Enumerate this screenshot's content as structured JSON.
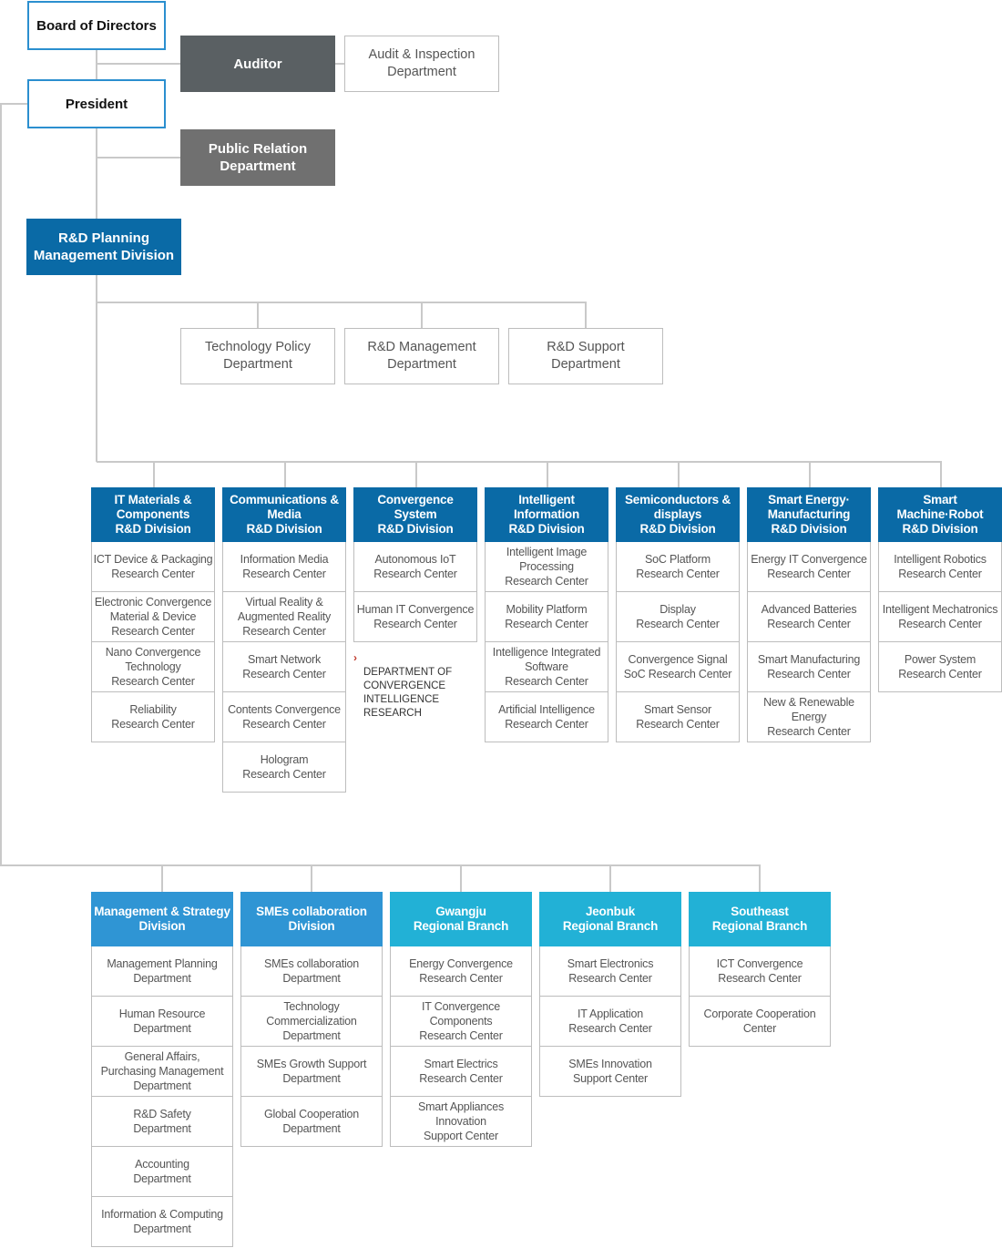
{
  "top": {
    "board": "Board of Directors",
    "auditor": "Auditor",
    "audit_dept": "Audit & Inspection\nDepartment",
    "president": "President",
    "public_relation": "Public Relation\nDepartment",
    "rd_planning": "R&D Planning\nManagement Division"
  },
  "planning_depts": [
    "Technology Policy\nDepartment",
    "R&D Management\nDepartment",
    "R&D Support\nDepartment"
  ],
  "rd_divisions": [
    {
      "title": "IT Materials &\nComponents\nR&D Division",
      "centers": [
        "ICT Device & Packaging\nResearch Center",
        "Electronic Convergence\nMaterial & Device\nResearch Center",
        "Nano Convergence\nTechnology\nResearch Center",
        "Reliability\nResearch Center"
      ]
    },
    {
      "title": "Communications &\nMedia\nR&D Division",
      "centers": [
        "Information Media\nResearch Center",
        "Virtual Reality &\nAugmented Reality\nResearch Center",
        "Smart Network\nResearch Center",
        "Contents Convergence\nResearch Center",
        "Hologram\nResearch Center"
      ]
    },
    {
      "title": "Convergence\nSystem\nR&D Division",
      "centers": [
        "Autonomous IoT\nResearch Center",
        "Human IT Convergence\nResearch Center"
      ]
    },
    {
      "title": "Intelligent\nInformation\nR&D Division",
      "centers": [
        "Intelligent Image\nProcessing\nResearch Center",
        "Mobility Platform\nResearch Center",
        "Intelligence Integrated\nSoftware\nResearch Center",
        "Artificial Intelligence\nResearch Center"
      ]
    },
    {
      "title": "Semiconductors &\ndisplays\nR&D Division",
      "centers": [
        "SoC Platform\nResearch Center",
        "Display\nResearch Center",
        "Convergence Signal\nSoC Research Center",
        "Smart Sensor\nResearch Center"
      ]
    },
    {
      "title": "Smart Energy·\nManufacturing\nR&D Division",
      "centers": [
        "Energy IT Convergence\nResearch Center",
        "Advanced Batteries\nResearch Center",
        "Smart Manufacturing\nResearch Center",
        "New & Renewable\nEnergy\nResearch Center"
      ]
    },
    {
      "title": "Smart\nMachine·Robot\nR&D Division",
      "centers": [
        "Intelligent Robotics\nResearch Center",
        "Intelligent Mechatronics\nResearch Center",
        "Power System\nResearch Center"
      ]
    }
  ],
  "convergence_note": "DEPARTMENT OF\nCONVERGENCE\nINTELLIGENCE\nRESEARCH",
  "bottom_divisions": [
    {
      "title": "Management & Strategy\nDivision",
      "items": [
        "Management Planning\nDepartment",
        "Human Resource\nDepartment",
        "General Affairs,\nPurchasing Management\nDepartment",
        "R&D Safety\nDepartment",
        "Accounting\nDepartment",
        "Information & Computing\nDepartment"
      ]
    },
    {
      "title": "SMEs collaboration\nDivision",
      "items": [
        "SMEs collaboration\nDepartment",
        "Technology\nCommercialization\nDepartment",
        "SMEs Growth Support\nDepartment",
        "Global Cooperation\nDepartment"
      ]
    },
    {
      "title": "Gwangju\nRegional Branch",
      "items": [
        "Energy Convergence\nResearch Center",
        "IT Convergence\nComponents\nResearch Center",
        "Smart Electrics\nResearch Center",
        "Smart Appliances\nInnovation\nSupport Center"
      ]
    },
    {
      "title": "Jeonbuk\nRegional Branch",
      "items": [
        "Smart Electronics\nResearch Center",
        "IT Application\nResearch Center",
        "SMEs Innovation\nSupport Center"
      ]
    },
    {
      "title": "Southeast\nRegional Branch",
      "items": [
        "ICT Convergence\nResearch Center",
        "Corporate Cooperation\nCenter"
      ]
    }
  ],
  "colors": {
    "top_border": "#2b8fcf",
    "auditor": "#5a6063",
    "public_relation": "#707070",
    "division_blue": "#0a6aa6",
    "support_blue": "#2f95d4",
    "branch_cyan": "#22b1d6",
    "connector": "#c9c9c9",
    "note_arrow": "#c0392b"
  }
}
